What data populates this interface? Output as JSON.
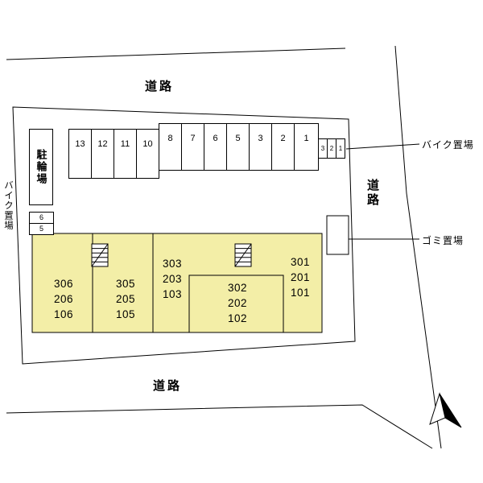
{
  "colors": {
    "building_fill": "#F3EEA7",
    "line": "#000000",
    "background": "#FFFFFF"
  },
  "roads": {
    "top": "道路",
    "right": "道路",
    "bottom": "道路"
  },
  "labels": {
    "bike_parking_right": "バイク置場",
    "garbage_area": "ゴミ置場",
    "bike_parking_left": "バイク置場",
    "bicycle_parking": "駐輪場"
  },
  "parking": {
    "row_a": [
      "13",
      "12",
      "11",
      "10"
    ],
    "row_b": [
      "8",
      "7",
      "6",
      "5",
      "3",
      "2",
      "1"
    ],
    "bike_stalls": [
      "3",
      "2",
      "1"
    ],
    "left_small_stalls": [
      "6",
      "5"
    ]
  },
  "building": {
    "units": [
      {
        "lines": [
          "306",
          "206",
          "106"
        ]
      },
      {
        "lines": [
          "305",
          "205",
          "105"
        ]
      },
      {
        "lines": [
          "303",
          "203",
          "103"
        ]
      },
      {
        "lines": [
          "302",
          "202",
          "102"
        ]
      },
      {
        "lines": [
          "301",
          "201",
          "101"
        ]
      }
    ]
  }
}
